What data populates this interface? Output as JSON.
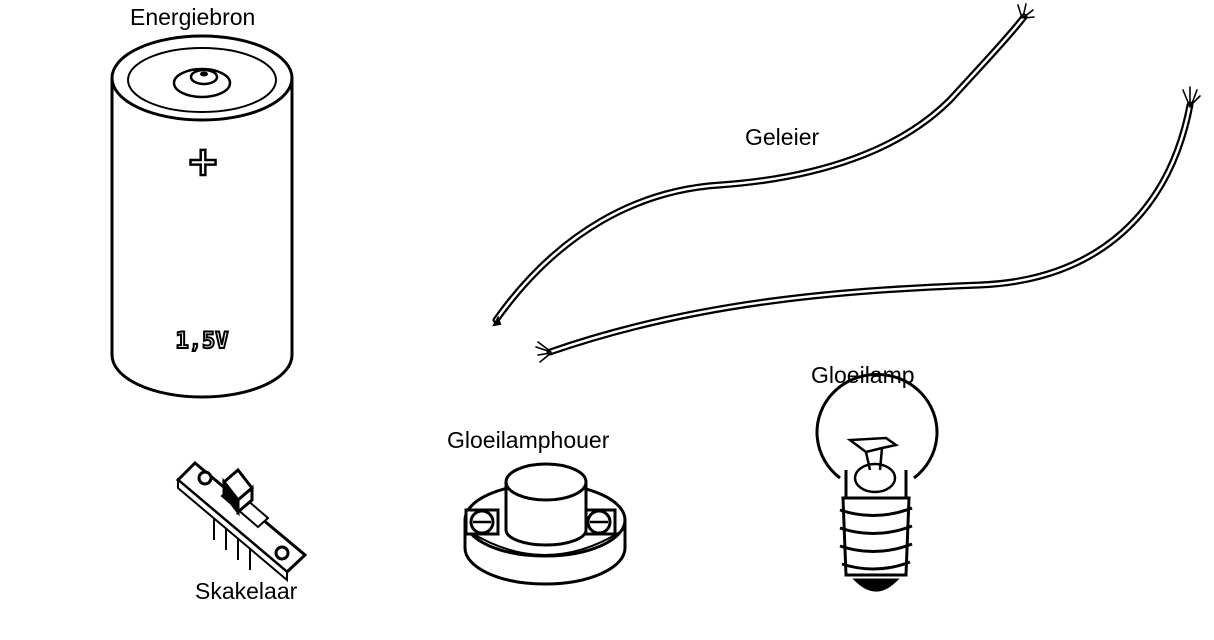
{
  "labels": {
    "battery": "Energiebron",
    "wire": "Geleier",
    "lamp": "Gloeilamp",
    "lamp_holder": "Gloeilamphouer",
    "switch": "Skakelaar"
  },
  "battery": {
    "plus_sign": "+",
    "voltage": "1,5V"
  },
  "colors": {
    "line": "#000000",
    "background": "#ffffff"
  }
}
